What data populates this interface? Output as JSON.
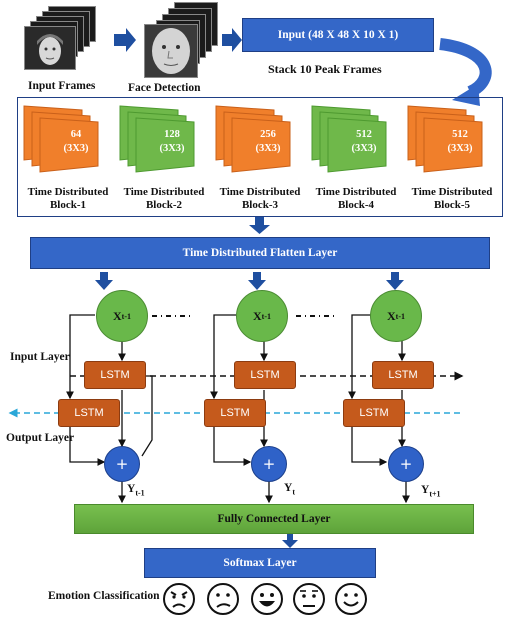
{
  "input_frames": {
    "label": "Input Frames"
  },
  "face_detection": {
    "label": "Face Detection"
  },
  "input_box": {
    "label": "Input  (48 X 48 X 10 X 1)",
    "caption": "Stack 10 Peak Frames"
  },
  "blocks": [
    {
      "filters": "64",
      "kernel": "(3X3)",
      "title": "Time Distributed",
      "name": "Block-1",
      "color": "#f07f2b"
    },
    {
      "filters": "128",
      "kernel": "(3X3)",
      "title": "Time Distributed",
      "name": "Block-2",
      "color": "#6fb84a"
    },
    {
      "filters": "256",
      "kernel": "(3X3)",
      "title": "Time Distributed",
      "name": "Block-3",
      "color": "#f07f2b"
    },
    {
      "filters": "512",
      "kernel": "(3X3)",
      "title": "Time Distributed",
      "name": "Block-4",
      "color": "#6fb84a"
    },
    {
      "filters": "512",
      "kernel": "(3X3)",
      "title": "Time Distributed",
      "name": "Block-5",
      "color": "#f07f2b"
    }
  ],
  "flatten_layer": {
    "label": "Time Distributed Flatten Layer"
  },
  "input_layer": {
    "label": "Input Layer"
  },
  "output_layer": {
    "label": "Output Layer"
  },
  "lstm_label": "LSTM",
  "plus_label": "+",
  "timesteps": [
    {
      "x_base": "X",
      "x_sub": "t-1",
      "y_base": "Y",
      "y_sub": "t-1"
    },
    {
      "x_base": "X",
      "x_sub": "t-1",
      "y_base": "Y",
      "y_sub": "t"
    },
    {
      "x_base": "X",
      "x_sub": "t-1",
      "y_base": "Y",
      "y_sub": "t+1"
    }
  ],
  "fully_connected": {
    "label": "Fully Connected Layer"
  },
  "softmax": {
    "label": "Softmax Layer"
  },
  "emotion": {
    "label": "Emotion Classification",
    "faces": [
      "angry-face-icon",
      "sad-face-icon",
      "happy-face-icon",
      "neutral-face-icon",
      "smile-face-icon"
    ]
  },
  "colors": {
    "blue": "#3467c8",
    "orange": "#f07f2b",
    "green": "#6fb84a",
    "lstm": "#c55a1c",
    "dashed_blue": "#2aa7d8"
  }
}
